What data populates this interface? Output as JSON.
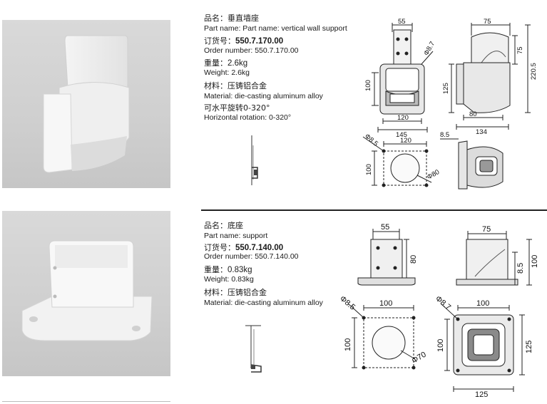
{
  "product1": {
    "name_zh": "品名：垂直墙座",
    "name_en": "Part name: Part name: vertical wall support",
    "order_zh_label": "订货号：",
    "order_code": "550.7.170.00",
    "order_en": "Order number: 550.7.170.00",
    "weight_zh_label": "重量：",
    "weight_value": "2.6kg",
    "weight_en": "Weight: 2.6kg",
    "material_zh": "材料：压铸铝合金",
    "material_en": "Material: die-casting aluminum alloy",
    "rotation_zh": "可水平旋转0-320°",
    "rotation_en": "Horizontal rotation: 0-320°",
    "dims": {
      "front_top": "55",
      "front_hole": "Φ8.7",
      "front_height": "100",
      "front_width_inner": "120",
      "front_width_outer": "145",
      "side_top": "75",
      "side_top_h": "75",
      "side_total_h": "220.5",
      "side_h": "125",
      "side_w1": "80",
      "side_w2": "134",
      "bottom_hole": "Φ8.5",
      "bottom_w": "120",
      "bottom_h": "100",
      "bottom_circle": "Φ80",
      "iso_label": "8.5"
    }
  },
  "product2": {
    "name_zh": "品名：底座",
    "name_en": "Part name: support",
    "order_zh_label": "订货号：",
    "order_code": "550.7.140.00",
    "order_en": "Order number: 550.7.140.00",
    "weight_zh_label": "重量：",
    "weight_value": "0.83kg",
    "weight_en": "Weight: 0.83kg",
    "material_zh": "材料：压铸铝合金",
    "material_en": "Material: die-casting aluminum alloy",
    "dims": {
      "front_top": "55",
      "front_h": "80",
      "side_top": "75",
      "side_small": "8.5",
      "side_h": "100",
      "bottom_hole": "Φ8.5",
      "bottom_w": "100",
      "bottom_h": "100",
      "bottom_circle": "Φ70",
      "plan_hole": "Φ8.7",
      "plan_w_top": "100",
      "plan_h_left": "100",
      "plan_h_right": "125",
      "plan_w_bottom": "125"
    }
  }
}
